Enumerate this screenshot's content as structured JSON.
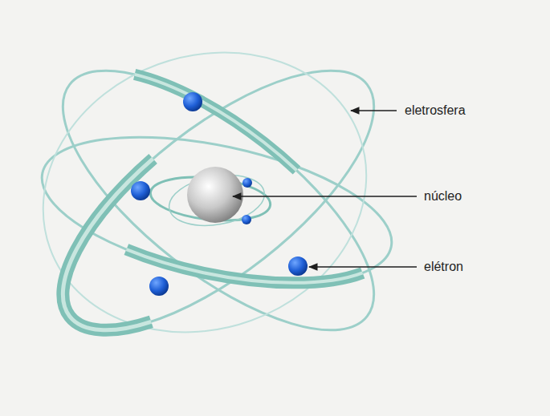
{
  "diagram": {
    "labels": [
      "eletrosfera",
      "núcleo",
      "elétron"
    ]
  }
}
